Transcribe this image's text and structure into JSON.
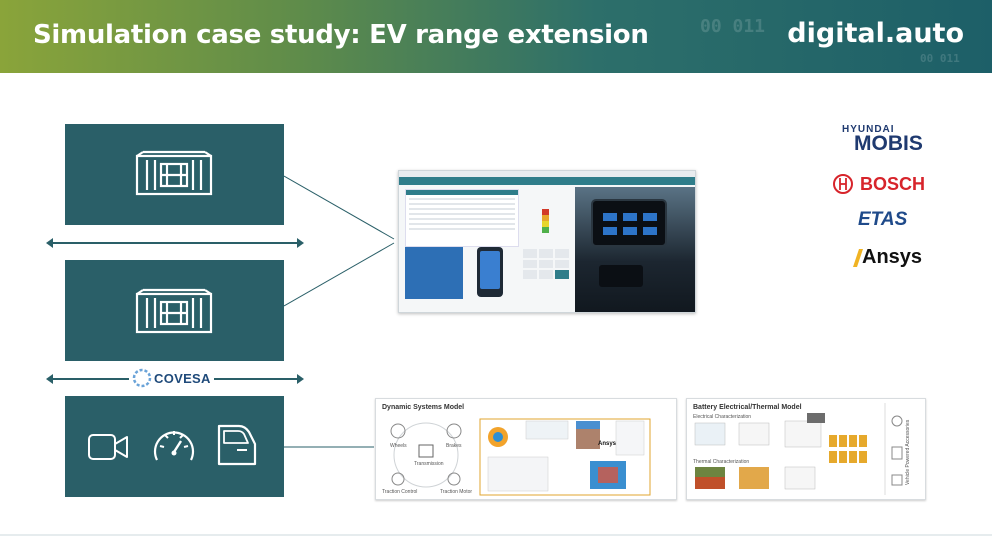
{
  "header": {
    "title": "Simulation case study: EV range extension",
    "brand": "digital.auto",
    "bg_code_1": "00 011",
    "bg_code_2": "00 011"
  },
  "tiles": [
    {
      "icon": "container-icon"
    },
    {
      "icon": "container-icon"
    },
    {
      "icons": [
        "video-camera-icon",
        "speedometer-icon",
        "car-door-icon"
      ]
    }
  ],
  "covesa": {
    "label": "COVESA"
  },
  "partners": [
    {
      "name": "HYUNDAI",
      "sub": "MOBIS"
    },
    {
      "name": "BOSCH"
    },
    {
      "name": "ETAS"
    },
    {
      "name": "Ansys"
    }
  ],
  "dynamic_systems_model": {
    "title": "Dynamic Systems Model",
    "labels": [
      "Wheels",
      "Brakes",
      "Transmission",
      "Traction Control",
      "Traction Motor"
    ],
    "ansys": "Ansys"
  },
  "battery_model": {
    "title": "Battery Electrical/Thermal Model",
    "subtitle_1": "Electrical Characterization",
    "subtitle_2": "Thermal Characterization",
    "side_label": "Vehicle Powered Accessories"
  },
  "colors": {
    "tile": "#2a5f68",
    "header_start": "#8aa43a",
    "header_end": "#1d5f68",
    "bosch_red": "#d7242b",
    "etas_blue": "#1f4a8a"
  }
}
